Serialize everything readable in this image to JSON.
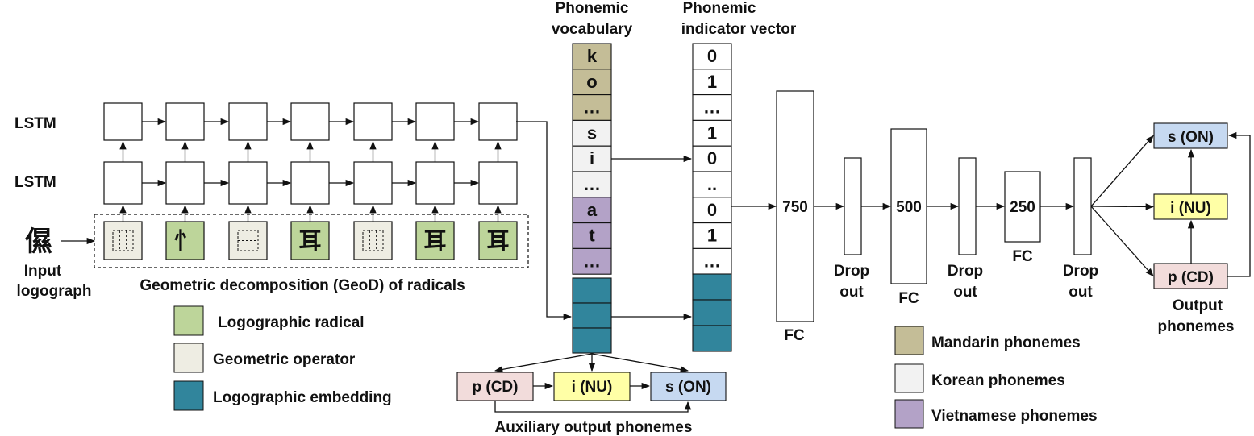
{
  "labels": {
    "lstm_top": "LSTM",
    "lstm_bottom": "LSTM",
    "input_char": "儑",
    "input_line1": "Input",
    "input_line2": "logograph",
    "geod_caption": "Geometric decomposition (GeoD) of radicals",
    "vocab_title_line1": "Phonemic",
    "vocab_title_line2": "vocabulary",
    "indicator_title_line1": "Phonemic",
    "indicator_title_line2": "indicator vector",
    "aux_caption": "Auxiliary output phonemes",
    "output_line1": "Output",
    "output_line2": "phonemes"
  },
  "radical_sequence": [
    {
      "kind": "operator",
      "symbol": "⿲",
      "color": "#eeede3"
    },
    {
      "kind": "radical",
      "symbol": "忄",
      "color": "#bdd59a"
    },
    {
      "kind": "operator",
      "symbol": "⿱",
      "color": "#eeede3"
    },
    {
      "kind": "radical",
      "symbol": "耳",
      "color": "#bdd59a"
    },
    {
      "kind": "operator",
      "symbol": "⿲",
      "color": "#eeede3"
    },
    {
      "kind": "radical",
      "symbol": "耳",
      "color": "#bdd59a"
    },
    {
      "kind": "radical",
      "symbol": "耳",
      "color": "#bdd59a"
    }
  ],
  "vocabulary": [
    {
      "text": "k",
      "group": "mandarin"
    },
    {
      "text": "o",
      "group": "mandarin"
    },
    {
      "text": "…",
      "group": "mandarin"
    },
    {
      "text": "s",
      "group": "korean"
    },
    {
      "text": "i",
      "group": "korean"
    },
    {
      "text": "…",
      "group": "korean"
    },
    {
      "text": "a",
      "group": "vietnamese"
    },
    {
      "text": "t",
      "group": "vietnamese"
    },
    {
      "text": "…",
      "group": "vietnamese"
    }
  ],
  "indicator": [
    "0",
    "1",
    "…",
    "1",
    "0",
    "..",
    "0",
    "1",
    "…"
  ],
  "embedding_rows": 3,
  "layers": [
    {
      "kind": "fc",
      "value": "750",
      "label": "FC"
    },
    {
      "kind": "dropout",
      "label_line1": "Drop",
      "label_line2": "out"
    },
    {
      "kind": "fc",
      "value": "500",
      "label": "FC"
    },
    {
      "kind": "dropout",
      "label_line1": "Drop",
      "label_line2": "out"
    },
    {
      "kind": "fc",
      "value": "250",
      "label": "FC"
    },
    {
      "kind": "dropout",
      "label_line1": "Drop",
      "label_line2": "out"
    }
  ],
  "output_phonemes": [
    {
      "text": "s (ON)",
      "color": "#c6d9f1"
    },
    {
      "text": "i (NU)",
      "color": "#ffffa6"
    },
    {
      "text": "p (CD)",
      "color": "#f2dcdb"
    }
  ],
  "aux_phonemes": [
    {
      "text": "p (CD)",
      "color": "#f2dcdb"
    },
    {
      "text": "i (NU)",
      "color": "#ffffa6"
    },
    {
      "text": "s (ON)",
      "color": "#c6d9f1"
    }
  ],
  "legend_left": [
    {
      "label": "Logographic radical",
      "color": "#bdd59a"
    },
    {
      "label": "Geometric operator",
      "color": "#eeede3"
    },
    {
      "label": "Logographic embedding",
      "color": "#31859c"
    }
  ],
  "legend_right": [
    {
      "label": "Mandarin phonemes",
      "color": "#c4bd97"
    },
    {
      "label": "Korean phonemes",
      "color": "#f2f2f2"
    },
    {
      "label": "Vietnamese phonemes",
      "color": "#b3a2c7"
    }
  ],
  "colors": {
    "mandarin": "#c4bd97",
    "korean": "#f2f2f2",
    "vietnamese": "#b3a2c7",
    "embedding": "#31859c"
  }
}
